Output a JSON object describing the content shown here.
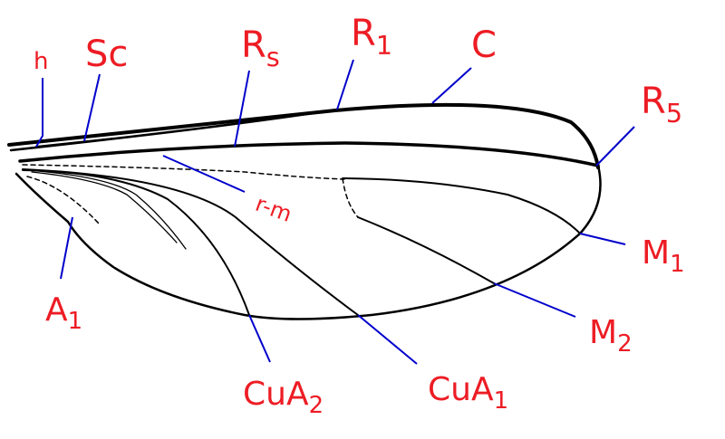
{
  "palette": {
    "label_color": "#ed1c24",
    "leader_color": "#0000cc",
    "vein_color": "#000000",
    "background": "#ffffff"
  },
  "labels": {
    "h": "h",
    "sc": "Sc",
    "rs_main": "R",
    "rs_sub": "s",
    "r1_main": "R",
    "r1_sub": "1",
    "c": "C",
    "r5_main": "R",
    "r5_sub": "5",
    "rm": "r-m",
    "m1_main": "M",
    "m1_sub": "1",
    "m2_main": "M",
    "m2_sub": "2",
    "a1_main": "A",
    "a1_sub": "1",
    "cua2_main": "CuA",
    "cua2_sub": "2",
    "cua1_main": "CuA",
    "cua1_sub": "1"
  }
}
